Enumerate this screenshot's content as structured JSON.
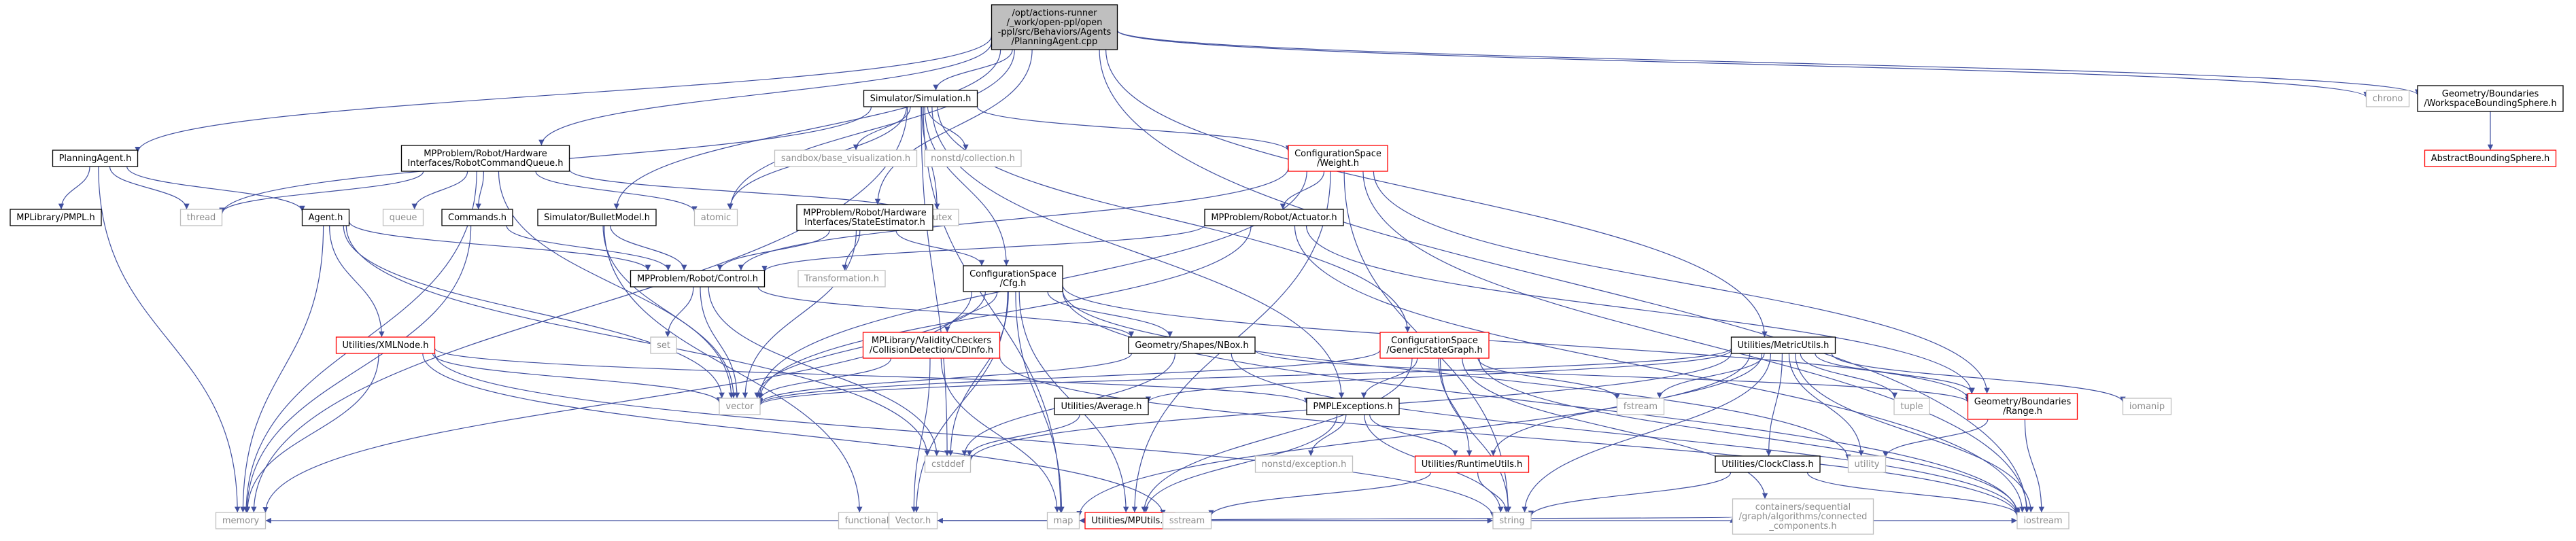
{
  "colors": {
    "edge": "#404f9f",
    "root_fill": "#bfbfbf",
    "node_border": "#000000",
    "missing_border": "#bfbfbf",
    "missing_text": "#8c8c8c",
    "highlight_border": "#ff0000"
  },
  "nodes": [
    {
      "id": "root",
      "lines": [
        "/opt/actions-runner",
        "/_work/open-ppl/open",
        "-ppl/src/Behaviors/Agents",
        "/PlanningAgent.cpp"
      ],
      "style": "root"
    },
    {
      "id": "planningagent_h",
      "lines": [
        "PlanningAgent.h"
      ],
      "style": "normal"
    },
    {
      "id": "robotcommandqueue_h",
      "lines": [
        "MPProblem/Robot/Hardware",
        "Interfaces/RobotCommandQueue.h"
      ],
      "style": "normal"
    },
    {
      "id": "simulation_h",
      "lines": [
        "Simulator/Simulation.h"
      ],
      "style": "normal"
    },
    {
      "id": "chrono",
      "lines": [
        "chrono"
      ],
      "style": "missing"
    },
    {
      "id": "workspaceboundingsphere_h",
      "lines": [
        "Geometry/Boundaries",
        "/WorkspaceBoundingSphere.h"
      ],
      "style": "normal"
    },
    {
      "id": "abstractboundingsphere_h",
      "lines": [
        "AbstractBoundingSphere.h"
      ],
      "style": "highlight"
    },
    {
      "id": "mplibrary_pmpl_h",
      "lines": [
        "MPLibrary/PMPL.h"
      ],
      "style": "normal"
    },
    {
      "id": "thread",
      "lines": [
        "thread"
      ],
      "style": "missing"
    },
    {
      "id": "agent_h",
      "lines": [
        "Agent.h"
      ],
      "style": "normal"
    },
    {
      "id": "sandbox_vis",
      "lines": [
        "sandbox/base_visualization.h"
      ],
      "style": "missing"
    },
    {
      "id": "nonstd_collection",
      "lines": [
        "nonstd/collection.h"
      ],
      "style": "missing"
    },
    {
      "id": "weight_h",
      "lines": [
        "ConfigurationSpace",
        "/Weight.h"
      ],
      "style": "highlight"
    },
    {
      "id": "queue",
      "lines": [
        "queue"
      ],
      "style": "missing"
    },
    {
      "id": "commands_h",
      "lines": [
        "Commands.h"
      ],
      "style": "normal"
    },
    {
      "id": "atomic",
      "lines": [
        "atomic"
      ],
      "style": "missing"
    },
    {
      "id": "mutex",
      "lines": [
        "mutex"
      ],
      "style": "missing"
    },
    {
      "id": "bulletmodel_h",
      "lines": [
        "Simulator/BulletModel.h"
      ],
      "style": "normal"
    },
    {
      "id": "stateestimator_h",
      "lines": [
        "MPProblem/Robot/Hardware",
        "Interfaces/StateEstimator.h"
      ],
      "style": "normal"
    },
    {
      "id": "actuator_h",
      "lines": [
        "MPProblem/Robot/Actuator.h"
      ],
      "style": "normal"
    },
    {
      "id": "transformation_h",
      "lines": [
        "Transformation.h"
      ],
      "style": "missing"
    },
    {
      "id": "control_h",
      "lines": [
        "MPProblem/Robot/Control.h"
      ],
      "style": "normal"
    },
    {
      "id": "cfg_h",
      "lines": [
        "ConfigurationSpace",
        "/Cfg.h"
      ],
      "style": "normal"
    },
    {
      "id": "xmlnode_h",
      "lines": [
        "Utilities/XMLNode.h"
      ],
      "style": "highlight"
    },
    {
      "id": "set",
      "lines": [
        "set"
      ],
      "style": "missing"
    },
    {
      "id": "cdinfo_h",
      "lines": [
        "MPLibrary/ValidityCheckers",
        "/CollisionDetection/CDInfo.h"
      ],
      "style": "highlight"
    },
    {
      "id": "nbox_h",
      "lines": [
        "Geometry/Shapes/NBox.h"
      ],
      "style": "normal"
    },
    {
      "id": "stategraph_h",
      "lines": [
        "ConfigurationSpace",
        "/GenericStateGraph.h"
      ],
      "style": "highlight"
    },
    {
      "id": "metricutils_h",
      "lines": [
        "Utilities/MetricUtils.h"
      ],
      "style": "normal"
    },
    {
      "id": "vector",
      "lines": [
        "vector"
      ],
      "style": "missing"
    },
    {
      "id": "average_h",
      "lines": [
        "Utilities/Average.h"
      ],
      "style": "normal"
    },
    {
      "id": "pmplexceptions_h",
      "lines": [
        "PMPLExceptions.h"
      ],
      "style": "normal"
    },
    {
      "id": "fstream",
      "lines": [
        "fstream"
      ],
      "style": "missing"
    },
    {
      "id": "tuple",
      "lines": [
        "tuple"
      ],
      "style": "missing"
    },
    {
      "id": "iomanip",
      "lines": [
        "iomanip"
      ],
      "style": "missing"
    },
    {
      "id": "range_h",
      "lines": [
        "Geometry/Boundaries",
        "/Range.h"
      ],
      "style": "highlight"
    },
    {
      "id": "cstddef",
      "lines": [
        "cstddef"
      ],
      "style": "missing"
    },
    {
      "id": "nonstd_exception",
      "lines": [
        "nonstd/exception.h"
      ],
      "style": "missing"
    },
    {
      "id": "runtimeutils_h",
      "lines": [
        "Utilities/RuntimeUtils.h"
      ],
      "style": "highlight"
    },
    {
      "id": "utility",
      "lines": [
        "utility"
      ],
      "style": "missing"
    },
    {
      "id": "clockclass_h",
      "lines": [
        "Utilities/ClockClass.h"
      ],
      "style": "normal"
    },
    {
      "id": "mputils_h",
      "lines": [
        "Utilities/MPUtils.h"
      ],
      "style": "highlight"
    },
    {
      "id": "memory",
      "lines": [
        "memory"
      ],
      "style": "missing"
    },
    {
      "id": "functional",
      "lines": [
        "functional"
      ],
      "style": "missing"
    },
    {
      "id": "vector_h",
      "lines": [
        "Vector.h"
      ],
      "style": "missing"
    },
    {
      "id": "map",
      "lines": [
        "map"
      ],
      "style": "missing"
    },
    {
      "id": "sstream",
      "lines": [
        "sstream"
      ],
      "style": "missing"
    },
    {
      "id": "string",
      "lines": [
        "string"
      ],
      "style": "missing"
    },
    {
      "id": "connected_components_h",
      "lines": [
        "containers/sequential",
        "/graph/algorithms/connected",
        "_components.h"
      ],
      "style": "missing"
    },
    {
      "id": "iostream",
      "lines": [
        "iostream"
      ],
      "style": "missing"
    }
  ],
  "edges": [
    [
      "root",
      "planningagent_h"
    ],
    [
      "root",
      "robotcommandqueue_h"
    ],
    [
      "root",
      "simulation_h"
    ],
    [
      "root",
      "chrono"
    ],
    [
      "root",
      "workspaceboundingsphere_h"
    ],
    [
      "root",
      "iostream"
    ],
    [
      "root",
      "metricutils_h"
    ],
    [
      "root",
      "stateestimator_h"
    ],
    [
      "root",
      "atomic"
    ],
    [
      "root",
      "bulletmodel_h"
    ],
    [
      "workspaceboundingsphere_h",
      "abstractboundingsphere_h"
    ],
    [
      "planningagent_h",
      "mplibrary_pmpl_h"
    ],
    [
      "planningagent_h",
      "thread"
    ],
    [
      "planningagent_h",
      "agent_h"
    ],
    [
      "planningagent_h",
      "memory"
    ],
    [
      "robotcommandqueue_h",
      "thread"
    ],
    [
      "robotcommandqueue_h",
      "queue"
    ],
    [
      "robotcommandqueue_h",
      "commands_h"
    ],
    [
      "robotcommandqueue_h",
      "atomic"
    ],
    [
      "robotcommandqueue_h",
      "mutex"
    ],
    [
      "robotcommandqueue_h",
      "vector"
    ],
    [
      "robotcommandqueue_h",
      "memory"
    ],
    [
      "simulation_h",
      "sandbox_vis"
    ],
    [
      "simulation_h",
      "nonstd_collection"
    ],
    [
      "simulation_h",
      "weight_h"
    ],
    [
      "simulation_h",
      "thread"
    ],
    [
      "simulation_h",
      "atomic"
    ],
    [
      "simulation_h",
      "mutex"
    ],
    [
      "simulation_h",
      "memory"
    ],
    [
      "simulation_h",
      "cfg_h"
    ],
    [
      "simulation_h",
      "stategraph_h"
    ],
    [
      "simulation_h",
      "pmplexceptions_h"
    ],
    [
      "simulation_h",
      "cstddef"
    ],
    [
      "simulation_h",
      "map"
    ],
    [
      "agent_h",
      "control_h"
    ],
    [
      "agent_h",
      "xmlnode_h"
    ],
    [
      "agent_h",
      "memory"
    ],
    [
      "agent_h",
      "vector"
    ],
    [
      "agent_h",
      "cstddef"
    ],
    [
      "commands_h",
      "control_h"
    ],
    [
      "commands_h",
      "memory"
    ],
    [
      "bulletmodel_h",
      "control_h"
    ],
    [
      "bulletmodel_h",
      "vector"
    ],
    [
      "bulletmodel_h",
      "functional"
    ],
    [
      "stateestimator_h",
      "control_h"
    ],
    [
      "stateestimator_h",
      "transformation_h"
    ],
    [
      "stateestimator_h",
      "cfg_h"
    ],
    [
      "stateestimator_h",
      "vector"
    ],
    [
      "weight_h",
      "control_h"
    ],
    [
      "weight_h",
      "actuator_h"
    ],
    [
      "weight_h",
      "vector"
    ],
    [
      "weight_h",
      "range_h"
    ],
    [
      "weight_h",
      "string"
    ],
    [
      "weight_h",
      "iostream"
    ],
    [
      "weight_h",
      "mputils_h"
    ],
    [
      "actuator_h",
      "control_h"
    ],
    [
      "actuator_h",
      "vector"
    ],
    [
      "actuator_h",
      "range_h"
    ],
    [
      "actuator_h",
      "iostream"
    ],
    [
      "control_h",
      "set"
    ],
    [
      "control_h",
      "vector"
    ],
    [
      "control_h",
      "nbox_h"
    ],
    [
      "control_h",
      "cstddef"
    ],
    [
      "cfg_h",
      "cdinfo_h"
    ],
    [
      "cfg_h",
      "nbox_h"
    ],
    [
      "cfg_h",
      "range_h"
    ],
    [
      "cfg_h",
      "vector"
    ],
    [
      "cfg_h",
      "memory"
    ],
    [
      "cfg_h",
      "mputils_h"
    ],
    [
      "cfg_h",
      "iostream"
    ],
    [
      "cfg_h",
      "vector_h"
    ],
    [
      "cfg_h",
      "cstddef"
    ],
    [
      "cfg_h",
      "map"
    ],
    [
      "cfg_h",
      "utility"
    ],
    [
      "xmlnode_h",
      "vector"
    ],
    [
      "xmlnode_h",
      "pmplexceptions_h"
    ],
    [
      "xmlnode_h",
      "memory"
    ],
    [
      "xmlnode_h",
      "string"
    ],
    [
      "xmlnode_h",
      "sstream"
    ],
    [
      "cdinfo_h",
      "vector"
    ],
    [
      "cdinfo_h",
      "vector_h"
    ],
    [
      "cdinfo_h",
      "map"
    ],
    [
      "cdinfo_h",
      "iostream"
    ],
    [
      "nbox_h",
      "range_h"
    ],
    [
      "nbox_h",
      "vector"
    ],
    [
      "nbox_h",
      "cstddef"
    ],
    [
      "nbox_h",
      "iostream"
    ],
    [
      "stategraph_h",
      "pmplexceptions_h"
    ],
    [
      "stategraph_h",
      "runtimeutils_h"
    ],
    [
      "stategraph_h",
      "string"
    ],
    [
      "stategraph_h",
      "vector"
    ],
    [
      "stategraph_h",
      "fstream"
    ],
    [
      "stategraph_h",
      "connected_components_h"
    ],
    [
      "stategraph_h",
      "mputils_h"
    ],
    [
      "stategraph_h",
      "iostream"
    ],
    [
      "metricutils_h",
      "average_h"
    ],
    [
      "metricutils_h",
      "runtimeutils_h"
    ],
    [
      "metricutils_h",
      "range_h"
    ],
    [
      "metricutils_h",
      "clockclass_h"
    ],
    [
      "metricutils_h",
      "fstream"
    ],
    [
      "metricutils_h",
      "tuple"
    ],
    [
      "metricutils_h",
      "iomanip"
    ],
    [
      "metricutils_h",
      "utility"
    ],
    [
      "metricutils_h",
      "string"
    ],
    [
      "metricutils_h",
      "iostream"
    ],
    [
      "metricutils_h",
      "vector"
    ],
    [
      "metricutils_h",
      "cstddef"
    ],
    [
      "metricutils_h",
      "map"
    ],
    [
      "average_h",
      "cstddef"
    ],
    [
      "pmplexceptions_h",
      "nonstd_exception"
    ],
    [
      "pmplexceptions_h",
      "runtimeutils_h"
    ],
    [
      "pmplexceptions_h",
      "string"
    ],
    [
      "pmplexceptions_h",
      "mputils_h"
    ],
    [
      "range_h",
      "utility"
    ],
    [
      "range_h",
      "iostream"
    ],
    [
      "runtimeutils_h",
      "string"
    ],
    [
      "runtimeutils_h",
      "sstream"
    ],
    [
      "clockclass_h",
      "iostream"
    ],
    [
      "clockclass_h",
      "string"
    ],
    [
      "mputils_h",
      "functional"
    ],
    [
      "mputils_h",
      "vector_h"
    ],
    [
      "mputils_h",
      "map"
    ],
    [
      "mputils_h",
      "string"
    ],
    [
      "mputils_h",
      "connected_components_h"
    ],
    [
      "mputils_h",
      "iostream"
    ],
    [
      "mputils_h",
      "memory"
    ]
  ]
}
